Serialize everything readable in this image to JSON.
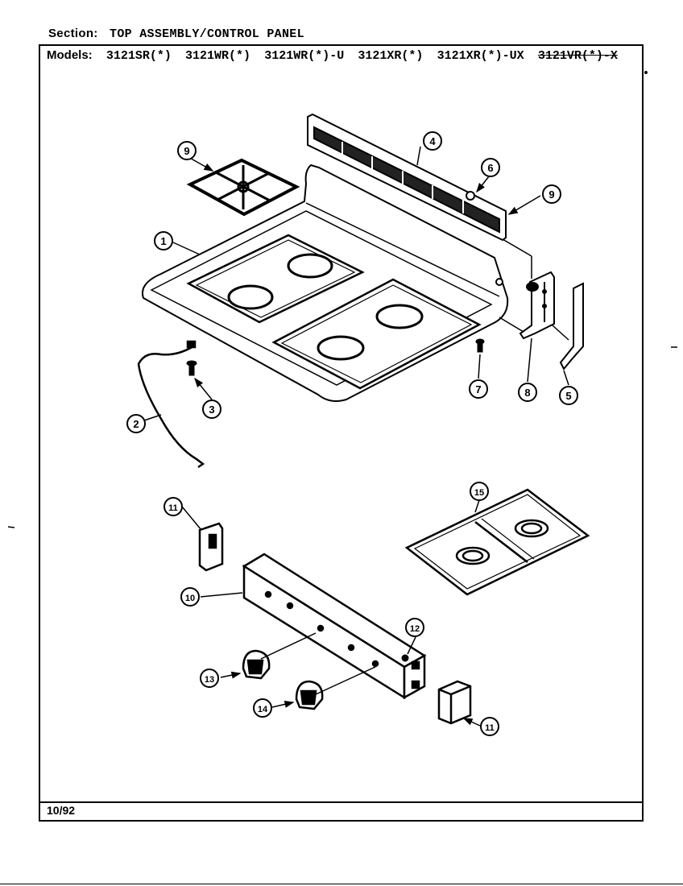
{
  "header": {
    "section_label": "Section:",
    "section_value": "TOP ASSEMBLY/CONTROL PANEL",
    "models_label": "Models:",
    "models": [
      "3121SR(*)",
      "3121WR(*)",
      "3121WR(*)-U",
      "3121XR(*)",
      "3121XR(*)-UX"
    ],
    "struck_model": "3121VR(*)-X"
  },
  "footer": {
    "date": "10/92"
  },
  "callouts": {
    "c1": "1",
    "c2": "2",
    "c3": "3",
    "c4": "4",
    "c5": "5",
    "c6": "6",
    "c7": "7",
    "c8": "8",
    "c9a": "9",
    "c9b": "9",
    "c10": "10",
    "c11a": "11",
    "c11b": "11",
    "c12": "12",
    "c13": "13",
    "c14": "14",
    "c15": "15"
  }
}
